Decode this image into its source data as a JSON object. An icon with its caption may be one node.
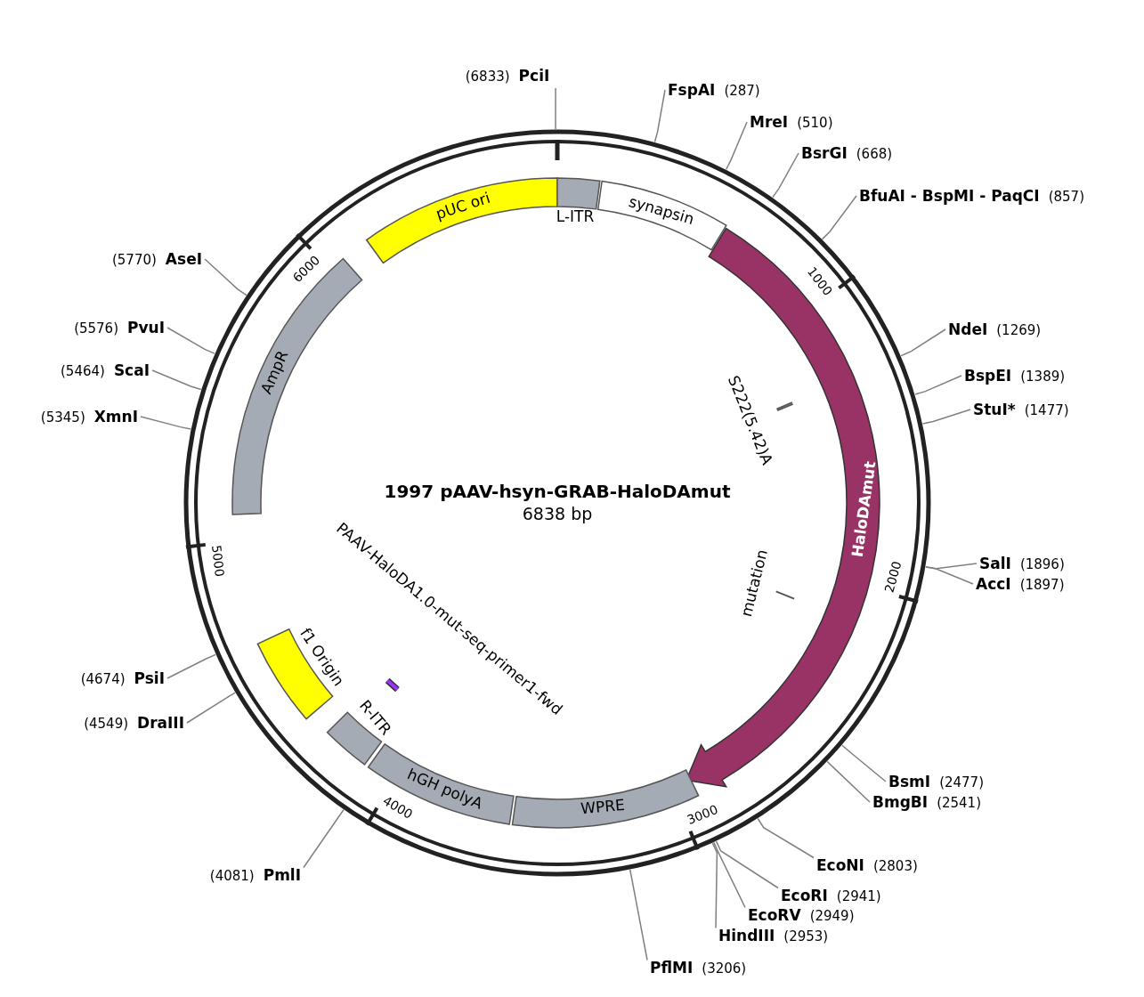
{
  "diagram": {
    "title": "1997 pAAV-hsyn-GRAB-HaloDAmut",
    "nodes": [
      {
        "text": [
          "PciI"
        ],
        "beside": [
          "(6833)"
        ]
      },
      {
        "text": [
          "FspAI"
        ],
        "beside": [
          "(287)"
        ]
      },
      {
        "text": [
          "MreI"
        ],
        "beside": [
          "(510)"
        ]
      },
      {
        "text": [
          "BsrGI"
        ],
        "beside": [
          "(668)"
        ]
      },
      {
        "text": [
          "BfuAI - BspMI - PaqCI"
        ],
        "beside": [
          "(857)"
        ]
      },
      {
        "text": [
          "NdeI"
        ],
        "beside": [
          "(1269)"
        ]
      },
      {
        "text": [
          "BspEI"
        ],
        "beside": [
          "(1389)"
        ]
      },
      {
        "text": [
          "StuI*"
        ],
        "beside": [
          "(1477)"
        ]
      },
      {
        "text": [
          "SalI"
        ],
        "beside": [
          "(1896)"
        ]
      },
      {
        "text": [
          "AccI"
        ],
        "beside": [
          "(1897)"
        ]
      },
      {
        "text": [
          "BsmI"
        ],
        "beside": [
          "(2477)"
        ]
      },
      {
        "text": [
          "BmgBI"
        ],
        "beside": [
          "(2541)"
        ]
      },
      {
        "text": [
          "EcoNI"
        ],
        "beside": [
          "(2803)"
        ]
      },
      {
        "text": [
          "EcoRI"
        ],
        "beside": [
          "(2941)"
        ]
      },
      {
        "text": [
          "EcoRV"
        ],
        "beside": [
          "(2949)"
        ]
      },
      {
        "text": [
          "HindIII"
        ],
        "beside": [
          "(2953)"
        ]
      },
      {
        "text": [
          "PflMI"
        ],
        "beside": [
          "(3206)"
        ]
      },
      {
        "text": [
          "PmlI"
        ],
        "beside": [
          "(4081)"
        ]
      },
      {
        "text": [
          "DraIII"
        ],
        "beside": [
          "(4549)"
        ]
      },
      {
        "text": [
          "PsiI"
        ],
        "beside": [
          "(4674)"
        ]
      },
      {
        "text": [
          "XmnI"
        ],
        "beside": [
          "(5345)"
        ]
      },
      {
        "text": [
          "ScaI"
        ],
        "beside": [
          "(5464)"
        ]
      },
      {
        "text": [
          "PvuI"
        ],
        "beside": [
          "(5576)"
        ]
      },
      {
        "text": [
          "AseI"
        ],
        "beside": [
          "(5770)"
        ]
      },
      {
        "text": [
          "pUC ori"
        ]
      },
      {
        "text": [
          "L-ITR"
        ]
      },
      {
        "text": [
          "synapsin"
        ]
      },
      {
        "text": [
          "HaloDAmut"
        ]
      },
      {
        "text": [
          "S222(5.42)A"
        ]
      },
      {
        "text": [
          "mutation"
        ]
      },
      {
        "text": [
          "WPRE"
        ]
      },
      {
        "text": [
          "hGH polyA"
        ]
      },
      {
        "text": [
          "R-ITR"
        ]
      },
      {
        "text": [
          "f1 Origin"
        ]
      },
      {
        "text": [
          "AmpR"
        ]
      },
      {
        "text": [
          "PAAV-HaloDA1.0-mut-seq-primer1-fwd"
        ]
      }
    ],
    "edges": [
      {
        "from": 0,
        "to": null,
        "arrow": "none"
      },
      {
        "from": 1,
        "to": null,
        "arrow": "none"
      },
      {
        "from": 2,
        "to": null,
        "arrow": "none"
      },
      {
        "from": 3,
        "to": null,
        "arrow": "none"
      },
      {
        "from": 4,
        "to": null,
        "arrow": "none"
      },
      {
        "from": 5,
        "to": null,
        "arrow": "none"
      },
      {
        "from": 6,
        "to": null,
        "arrow": "none"
      },
      {
        "from": 7,
        "to": null,
        "arrow": "none"
      },
      {
        "from": 8,
        "to": null,
        "arrow": "none"
      },
      {
        "from": 9,
        "to": null,
        "arrow": "none"
      },
      {
        "from": 10,
        "to": null,
        "arrow": "none"
      },
      {
        "from": 11,
        "to": null,
        "arrow": "none"
      },
      {
        "from": 12,
        "to": null,
        "arrow": "none"
      },
      {
        "from": 13,
        "to": null,
        "arrow": "none"
      },
      {
        "from": 14,
        "to": null,
        "arrow": "none"
      },
      {
        "from": 15,
        "to": null,
        "arrow": "none"
      },
      {
        "from": 16,
        "to": null,
        "arrow": "none"
      },
      {
        "from": 17,
        "to": null,
        "arrow": "none"
      },
      {
        "from": 18,
        "to": null,
        "arrow": "none"
      },
      {
        "from": 19,
        "to": null,
        "arrow": "none"
      },
      {
        "from": 20,
        "to": null,
        "arrow": "none"
      },
      {
        "from": 21,
        "to": null,
        "arrow": "none"
      },
      {
        "from": 22,
        "to": null,
        "arrow": "none"
      },
      {
        "from": 23,
        "to": null,
        "arrow": "none"
      }
    ],
    "labels": [
      "6838 bp",
      "1000",
      "2000",
      "3000",
      "4000",
      "5000",
      "6000"
    ]
  }
}
